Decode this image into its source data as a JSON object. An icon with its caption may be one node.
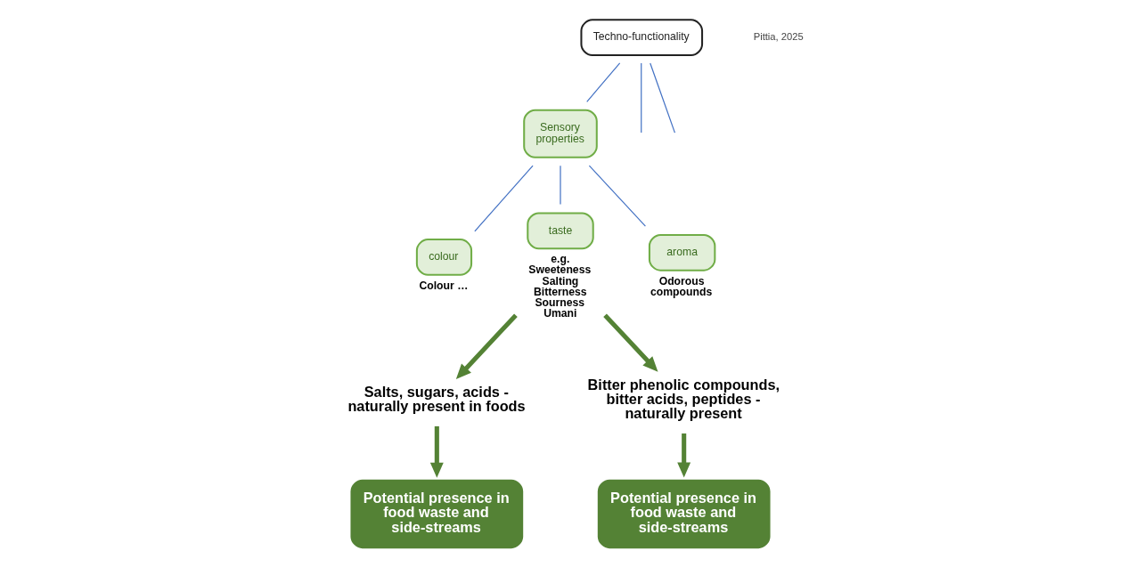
{
  "diagram": {
    "nodes": [
      {
        "text": [
          "Techno-functionality"
        ]
      },
      {
        "text": [
          "Sensory properties"
        ]
      },
      {
        "text": [
          "colour"
        ],
        "beside": [
          "Colour …"
        ]
      },
      {
        "text": [
          "taste"
        ],
        "beside": [
          "e.g. Sweeteness Salting Bitterness Sourness Umani"
        ]
      },
      {
        "text": [
          "aroma"
        ],
        "beside": [
          "Odorous compounds"
        ]
      },
      {
        "text": [
          "Salts, sugars, acids - naturally present in foods"
        ]
      },
      {
        "text": [
          "Potential presence in food waste and side-streams"
        ]
      },
      {
        "text": [
          "Bitter phenolic compounds, bitter acids, peptides - naturally present"
        ]
      },
      {
        "text": [
          "Potential presence in food waste and side-streams"
        ]
      }
    ],
    "edges": [
      {
        "from": 0,
        "to": 1,
        "arrow": "none"
      },
      {
        "from": 0,
        "to": null,
        "arrow": "none"
      },
      {
        "from": 0,
        "to": null,
        "arrow": "none"
      },
      {
        "from": 1,
        "to": 2,
        "arrow": "none"
      },
      {
        "from": 1,
        "to": 3,
        "arrow": "none"
      },
      {
        "from": 1,
        "to": 4,
        "arrow": "none"
      },
      {
        "from": 3,
        "to": 5,
        "arrow": "to",
        "style": "thick",
        "color": "#548235"
      },
      {
        "from": 3,
        "to": 7,
        "arrow": "to",
        "style": "thick",
        "color": "#548235"
      },
      {
        "from": 5,
        "to": 6,
        "arrow": "to",
        "style": "thick",
        "color": "#548235"
      },
      {
        "from": 7,
        "to": 8,
        "arrow": "to",
        "style": "thick",
        "color": "#548235"
      }
    ],
    "labels": [
      "Pittia, 2025"
    ]
  }
}
